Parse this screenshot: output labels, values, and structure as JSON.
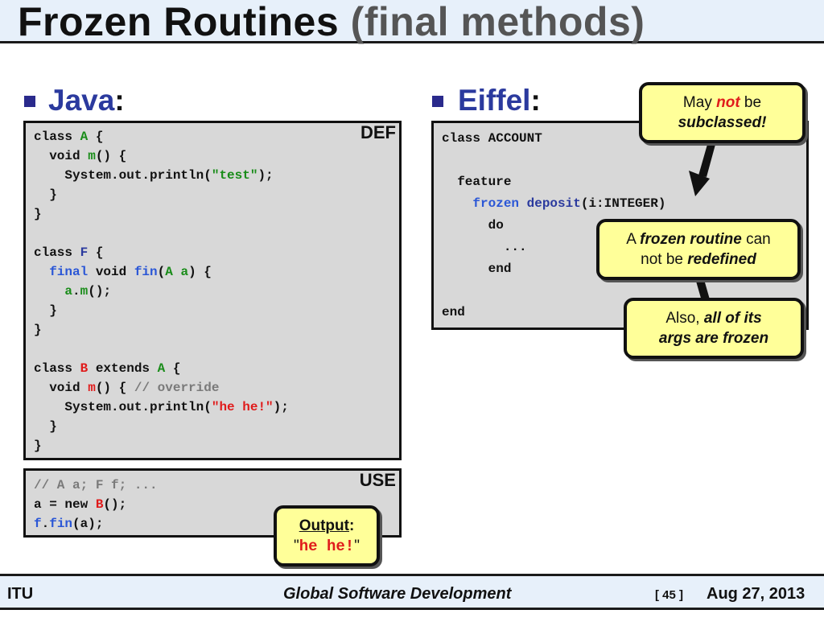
{
  "title": {
    "main": "Frozen Routines",
    "paren": "(final methods)"
  },
  "java": {
    "heading": "Java",
    "colon": ":",
    "def_tag": "DEF",
    "use_tag": "USE",
    "def_lines": [
      [
        [
          "class ",
          ""
        ],
        [
          "A",
          "green"
        ],
        [
          " {",
          ""
        ]
      ],
      [
        [
          "  void ",
          ""
        ],
        [
          "m",
          "green"
        ],
        [
          "() {",
          ""
        ]
      ],
      [
        [
          "    System.out.println(",
          ""
        ],
        [
          "\"test\"",
          "green"
        ],
        [
          ");",
          ""
        ]
      ],
      [
        [
          "  }",
          ""
        ]
      ],
      [
        [
          "}",
          ""
        ]
      ],
      [
        [
          "",
          ""
        ]
      ],
      [
        [
          "class ",
          ""
        ],
        [
          "F",
          "navy"
        ],
        [
          " {",
          ""
        ]
      ],
      [
        [
          "  ",
          ""
        ],
        [
          "final",
          "blue"
        ],
        [
          " void ",
          ""
        ],
        [
          "fin",
          "blue"
        ],
        [
          "(",
          ""
        ],
        [
          "A a",
          "green"
        ],
        [
          ") {",
          ""
        ]
      ],
      [
        [
          "    ",
          ""
        ],
        [
          "a",
          "green"
        ],
        [
          ".",
          ""
        ],
        [
          "m",
          "green"
        ],
        [
          "();",
          ""
        ]
      ],
      [
        [
          "  }",
          ""
        ]
      ],
      [
        [
          "}",
          ""
        ]
      ],
      [
        [
          "",
          ""
        ]
      ],
      [
        [
          "class ",
          ""
        ],
        [
          "B",
          "red"
        ],
        [
          " extends ",
          ""
        ],
        [
          "A",
          "green"
        ],
        [
          " {",
          ""
        ]
      ],
      [
        [
          "  void ",
          ""
        ],
        [
          "m",
          "red"
        ],
        [
          "() { ",
          ""
        ],
        [
          "// override",
          "gray"
        ]
      ],
      [
        [
          "    System.out.println(",
          ""
        ],
        [
          "\"he he!\"",
          "red"
        ],
        [
          ");",
          ""
        ]
      ],
      [
        [
          "  }",
          ""
        ]
      ],
      [
        [
          "}",
          ""
        ]
      ]
    ],
    "use_lines": [
      [
        [
          "// A a; F f; ...",
          "gray"
        ]
      ],
      [
        [
          "a = new ",
          ""
        ],
        [
          "B",
          "red"
        ],
        [
          "();",
          ""
        ]
      ],
      [
        [
          "f",
          "blue"
        ],
        [
          ".",
          ""
        ],
        [
          "fin",
          "blue"
        ],
        [
          "(a);",
          ""
        ]
      ]
    ]
  },
  "output_callout": {
    "label": "Output",
    "colon": ":",
    "quote_open": "\"",
    "value": "he he!",
    "quote_close": "\""
  },
  "eiffel": {
    "heading": "Eiffel",
    "colon": ":",
    "lines": [
      [
        [
          "class ACCOUNT",
          ""
        ]
      ],
      [
        [
          "",
          ""
        ]
      ],
      [
        [
          "  feature",
          ""
        ]
      ],
      [
        [
          "    ",
          ""
        ],
        [
          "frozen",
          "blue"
        ],
        [
          " ",
          ""
        ],
        [
          "deposit",
          "navy"
        ],
        [
          "(i:INTEGER)",
          ""
        ]
      ],
      [
        [
          "      do",
          ""
        ]
      ],
      [
        [
          "        ...",
          ""
        ]
      ],
      [
        [
          "      end",
          ""
        ]
      ],
      [
        [
          "",
          ""
        ]
      ],
      [
        [
          "end",
          ""
        ]
      ]
    ]
  },
  "callout_not": {
    "t1": "May ",
    "t2": "not",
    "t3": " be",
    "t4": "subclassed!"
  },
  "callout_frozen": {
    "t1": "A ",
    "t2": "frozen routine",
    "t3": " can",
    "t4": "not be ",
    "t5": "redefined"
  },
  "callout_args": {
    "t1": "Also, ",
    "t2": "all of its",
    "t3": "args are frozen"
  },
  "footer": {
    "left": "ITU",
    "center": "Global Software Development",
    "page": "[ 45 ]",
    "date": "Aug 27, 2013"
  },
  "colors": {
    "green": "#198c19",
    "blue": "#2b57d6",
    "red": "#e01b1b",
    "gray": "#7a7a7a",
    "navy": "#2b3a9e",
    "callout_bg": "#ffff99",
    "box_bg": "#d8d8d8"
  }
}
